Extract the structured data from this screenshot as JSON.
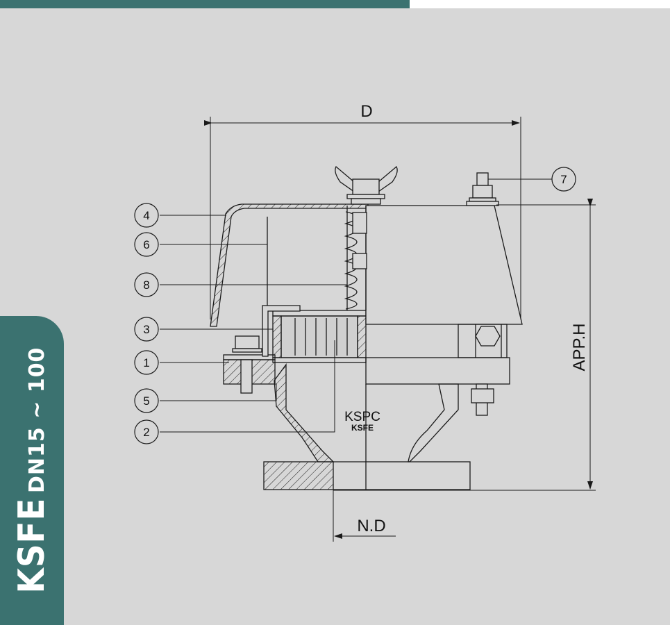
{
  "colors": {
    "header_bar": "#3b7270",
    "side_tab": "#3b7270",
    "panel_background": "#d7d7d7",
    "line": "#1a1a1a"
  },
  "side_tab": {
    "model": "KSFE",
    "range": "DN15 ~ 100"
  },
  "drawing": {
    "dimension_top": "D",
    "dimension_right": "APP.H",
    "dimension_bottom": "N.D",
    "body_marking_1": "KSPC",
    "body_marking_2": "KSFE",
    "callouts": [
      "1",
      "2",
      "3",
      "4",
      "5",
      "6",
      "7",
      "8"
    ]
  }
}
